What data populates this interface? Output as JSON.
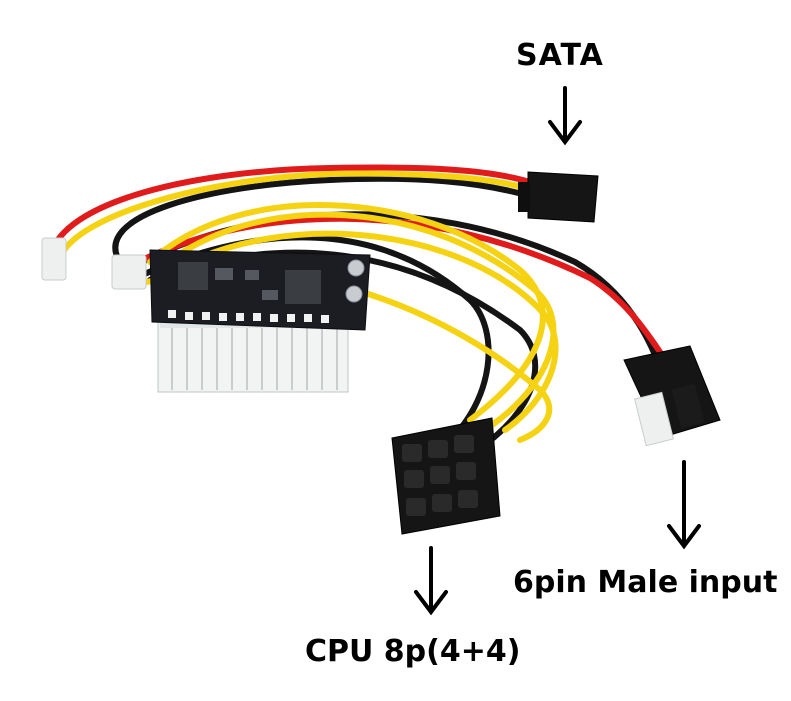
{
  "labels": {
    "sata": "SATA",
    "six_pin": "6pin Male input",
    "cpu": "CPU 8p(4+4)"
  },
  "colors": {
    "background": "#ffffff",
    "pcb": "#1b1d22",
    "wire_yellow": "#f5d312",
    "wire_red": "#e01b1b",
    "wire_black": "#141414",
    "connector_black": "#151515",
    "connector_white": "#eef0f0",
    "arrow": "#000000"
  }
}
